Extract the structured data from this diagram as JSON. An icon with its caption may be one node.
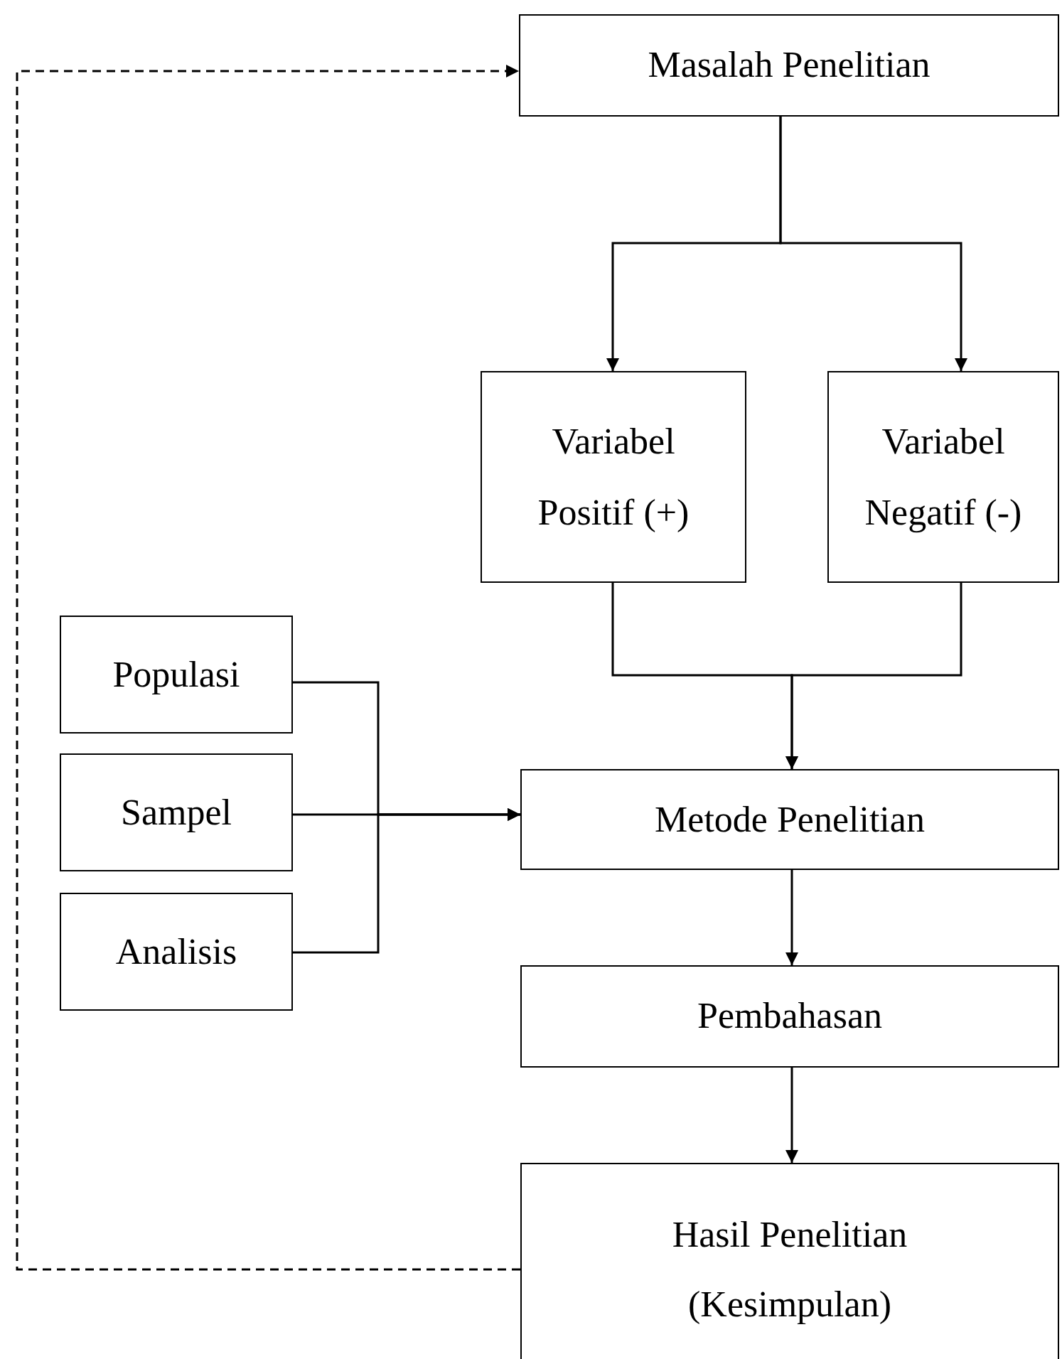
{
  "diagram": {
    "nodes": [
      {
        "text": [
          "Masalah Penelitian"
        ]
      },
      {
        "text": [
          "Variabel Positif (+)"
        ]
      },
      {
        "text": [
          "Variabel Negatif (-)"
        ]
      },
      {
        "text": [
          "Populasi"
        ]
      },
      {
        "text": [
          "Sampel"
        ]
      },
      {
        "text": [
          "Analisis"
        ]
      },
      {
        "text": [
          "Metode Penelitian"
        ]
      },
      {
        "text": [
          "Pembahasan"
        ]
      },
      {
        "text": [
          "Hasil Penelitian (Kesimpulan)"
        ]
      }
    ],
    "edges": [
      {
        "from": 0,
        "to": 1,
        "arrow": "to"
      },
      {
        "from": 0,
        "to": 2,
        "arrow": "to"
      },
      {
        "from": 1,
        "to": 6,
        "arrow": "to"
      },
      {
        "from": 2,
        "to": 6,
        "arrow": "to"
      },
      {
        "from": 3,
        "to": 6,
        "arrow": "to"
      },
      {
        "from": 4,
        "to": 6,
        "arrow": "to"
      },
      {
        "from": 5,
        "to": 6,
        "arrow": "to"
      },
      {
        "from": 6,
        "to": 7,
        "arrow": "to"
      },
      {
        "from": 7,
        "to": 8,
        "arrow": "to"
      },
      {
        "from": 8,
        "to": 0,
        "arrow": "to",
        "style": "dashed"
      }
    ]
  }
}
